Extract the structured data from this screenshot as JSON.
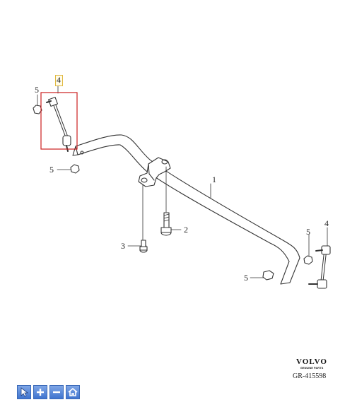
{
  "diagram": {
    "callouts": [
      {
        "id": "c4-left",
        "text": "4"
      },
      {
        "id": "c5-top-left",
        "text": "5"
      },
      {
        "id": "c5-mid-left",
        "text": "5"
      },
      {
        "id": "c1",
        "text": "1"
      },
      {
        "id": "c2",
        "text": "2"
      },
      {
        "id": "c3",
        "text": "3"
      },
      {
        "id": "c5-right",
        "text": "5"
      },
      {
        "id": "c4-right",
        "text": "4"
      },
      {
        "id": "c5-bottom",
        "text": "5"
      }
    ],
    "highlight_color": "#cc1f1f"
  },
  "brand": {
    "name": "VOLVO",
    "subtitle": "GENUINE PARTS",
    "reference": "GR-415598"
  },
  "toolbar": {
    "buttons": [
      {
        "name": "pointer-button",
        "icon": "cursor-icon"
      },
      {
        "name": "zoom-in-button",
        "icon": "plus-icon"
      },
      {
        "name": "zoom-out-button",
        "icon": "minus-icon"
      },
      {
        "name": "home-button",
        "icon": "home-icon"
      }
    ],
    "accent": "#3f74cf"
  }
}
